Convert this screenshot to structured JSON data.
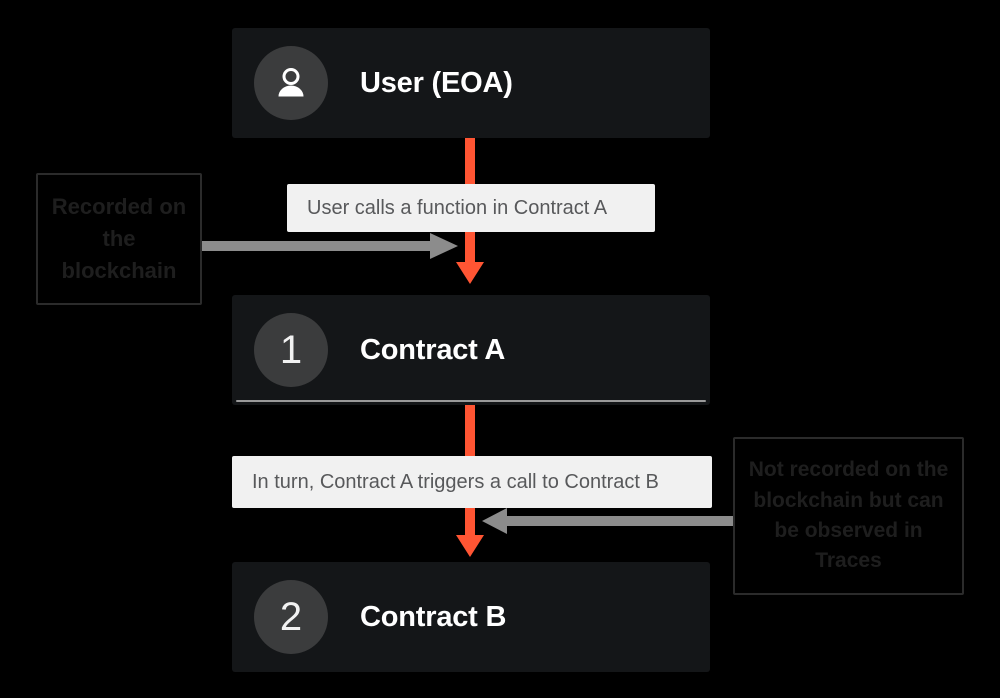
{
  "diagram": {
    "background_color": "#000000",
    "accent_color": "#ff5533",
    "card_color": "#141618",
    "caption_color": "#f1f1f1",
    "nodes": [
      {
        "id": "user",
        "badge_type": "person-icon",
        "badge_text": "",
        "label": "User (EOA)"
      },
      {
        "id": "contract-a",
        "badge_type": "number",
        "badge_text": "1",
        "label": "Contract A"
      },
      {
        "id": "contract-b",
        "badge_type": "number",
        "badge_text": "2",
        "label": "Contract B"
      }
    ],
    "captions": [
      {
        "id": "caption-1",
        "text": "User calls a function in Contract A"
      },
      {
        "id": "caption-2",
        "text": "In turn, Contract A triggers a call to Contract B"
      }
    ],
    "annotations": [
      {
        "id": "annotation-left",
        "text": "Recorded on the blockchain",
        "points_to": "user-to-contract-a-arrow",
        "direction": "right"
      },
      {
        "id": "annotation-right",
        "text": "Not recorded on the blockchain but can be observed in Traces",
        "points_to": "contract-a-to-contract-b-arrow",
        "direction": "left"
      }
    ]
  }
}
